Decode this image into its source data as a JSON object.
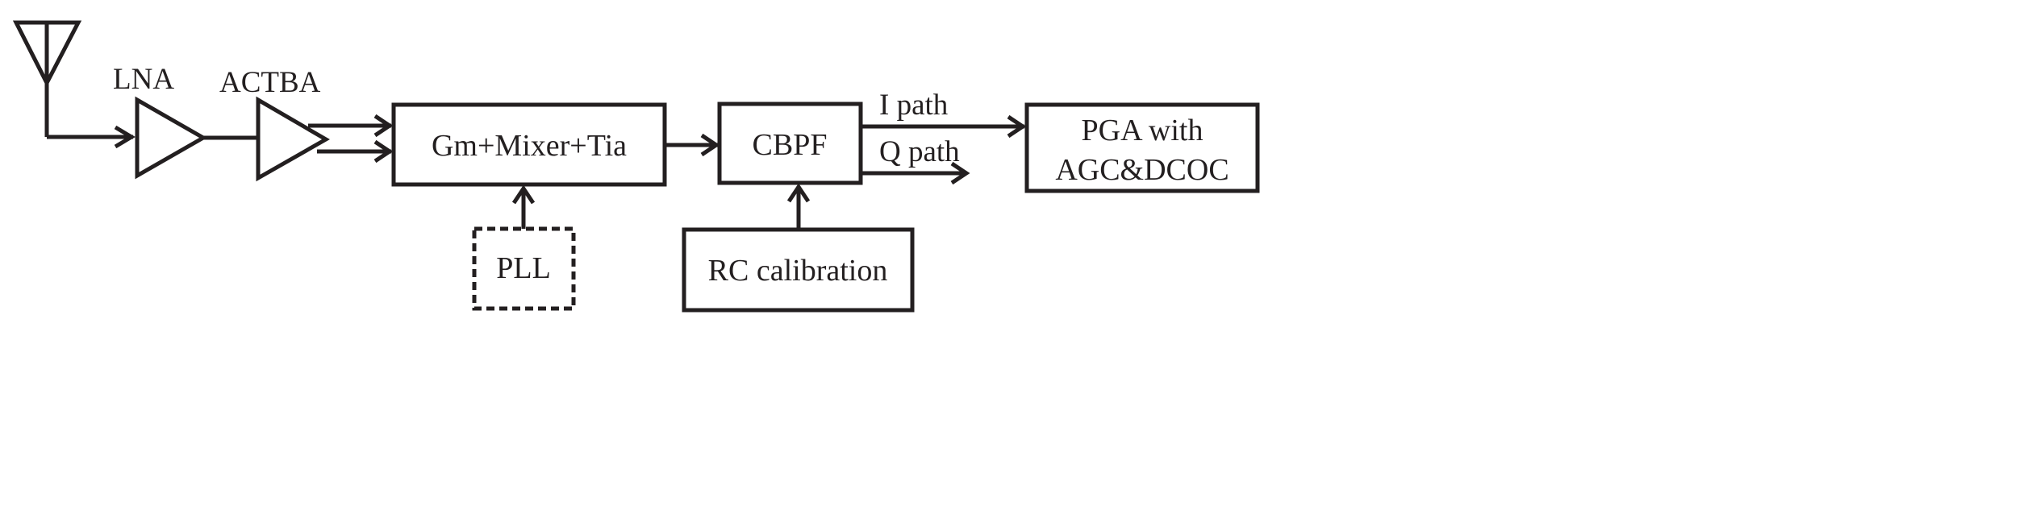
{
  "amplifiers": {
    "lna": "LNA",
    "actba": "ACTBA"
  },
  "blocks": {
    "mixer": "Gm+Mixer+Tia",
    "pll": "PLL",
    "cbpf": "CBPF",
    "rc_cal": "RC calibration",
    "pga_line1": "PGA with",
    "pga_line2": "AGC&DCOC"
  },
  "paths": {
    "i_path": "I path",
    "q_path": "Q path"
  }
}
